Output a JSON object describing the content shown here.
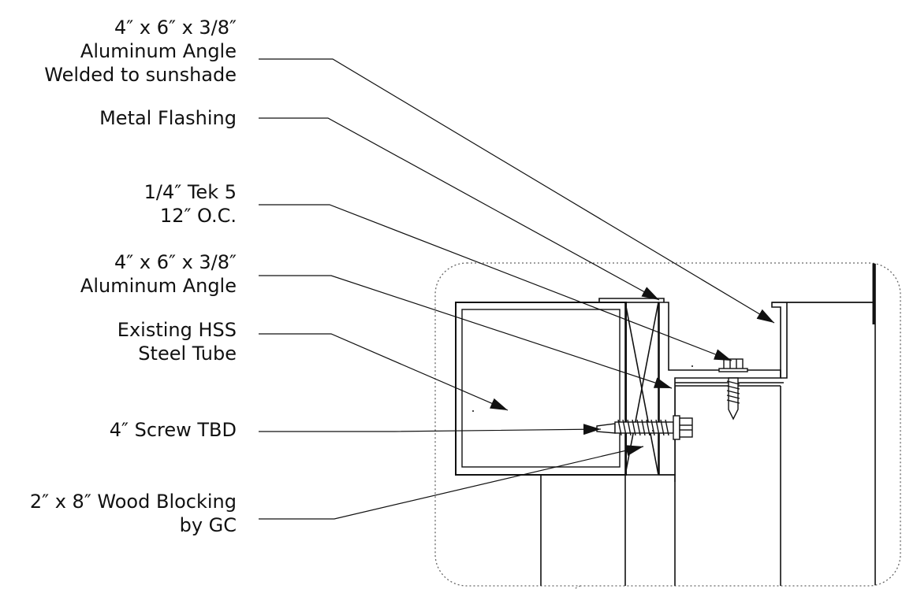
{
  "diagram": {
    "colors": {
      "ink": "#111111",
      "paper": "#ffffff",
      "detail_boundary": "#666666"
    },
    "callouts": [
      {
        "id": "upper-angle",
        "lines": [
          "4″ x 6″ x 3/8″",
          "Aluminum Angle",
          "Welded to sunshade"
        ]
      },
      {
        "id": "metal-flashing",
        "lines": [
          "Metal Flashing"
        ]
      },
      {
        "id": "tek-screw",
        "lines": [
          "1/4″ Tek 5",
          "12″ O.C."
        ]
      },
      {
        "id": "lower-angle",
        "lines": [
          "4″ x 6″ x 3/8″",
          "Aluminum Angle"
        ]
      },
      {
        "id": "hss-tube",
        "lines": [
          "Existing HSS",
          "Steel Tube"
        ]
      },
      {
        "id": "screw-tbd",
        "lines": [
          "4″ Screw TBD"
        ]
      },
      {
        "id": "wood-blocking",
        "lines": [
          "2″ x 8″ Wood Blocking",
          "by GC"
        ]
      }
    ]
  }
}
